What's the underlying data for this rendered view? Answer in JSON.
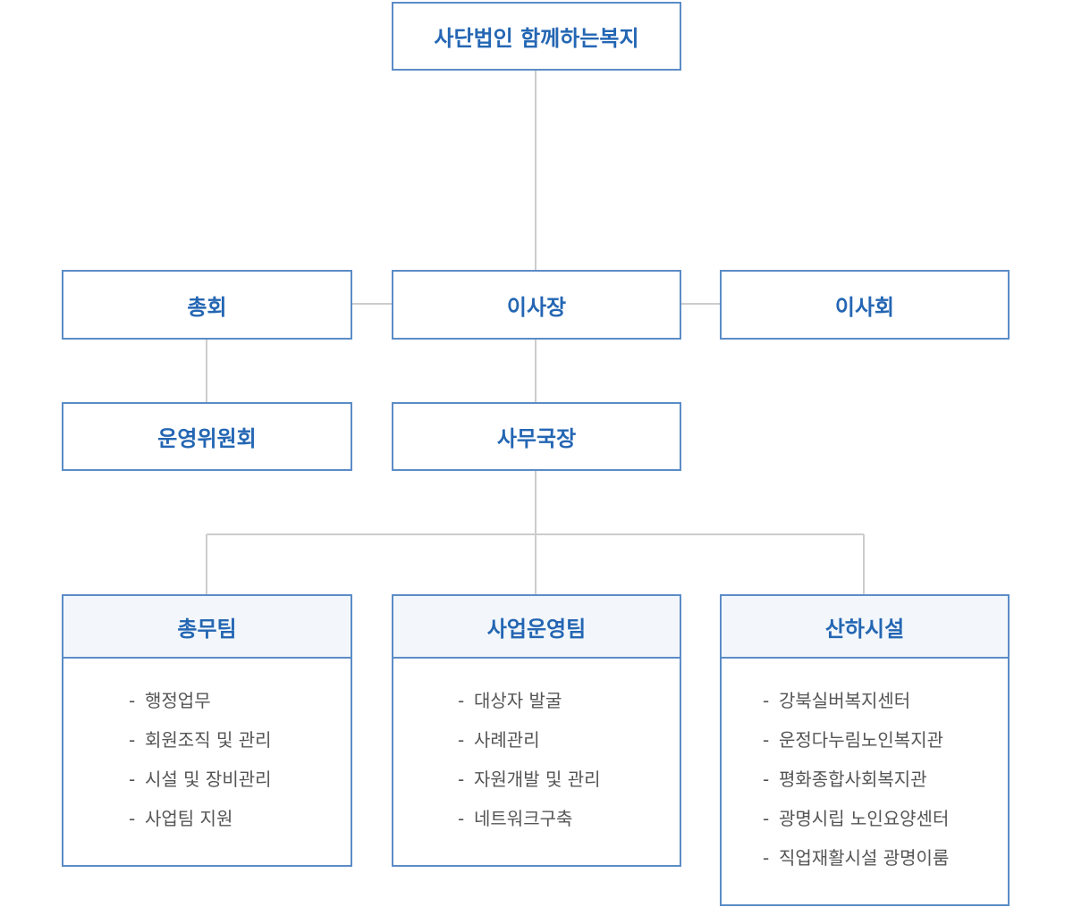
{
  "org": {
    "root": "사단법인 함께하는복지",
    "general_assembly": "총회",
    "chairman": "이사장",
    "board": "이사회",
    "operating_committee": "운영위원회",
    "secretary_general": "사무국장"
  },
  "teams": [
    {
      "name": "총무팀",
      "items": [
        "행정업무",
        "회원조직 및 관리",
        "시설 및 장비관리",
        "사업팀 지원"
      ]
    },
    {
      "name": "사업운영팀",
      "items": [
        "대상자 발굴",
        "사례관리",
        "자원개발 및 관리",
        "네트워크구축"
      ]
    },
    {
      "name": "산하시설",
      "items": [
        "강북실버복지센터",
        "운정다누림노인복지관",
        "평화종합사회복지관",
        "광명시립 노인요양센터",
        "직업재활시설 광명이룸"
      ]
    }
  ],
  "item_bullet": "-",
  "colors": {
    "box_border": "#5b8cc7",
    "box_text": "#2466b3",
    "header_bg": "#f3f7fb",
    "connector": "#cccccc",
    "item_text": "#555555"
  }
}
